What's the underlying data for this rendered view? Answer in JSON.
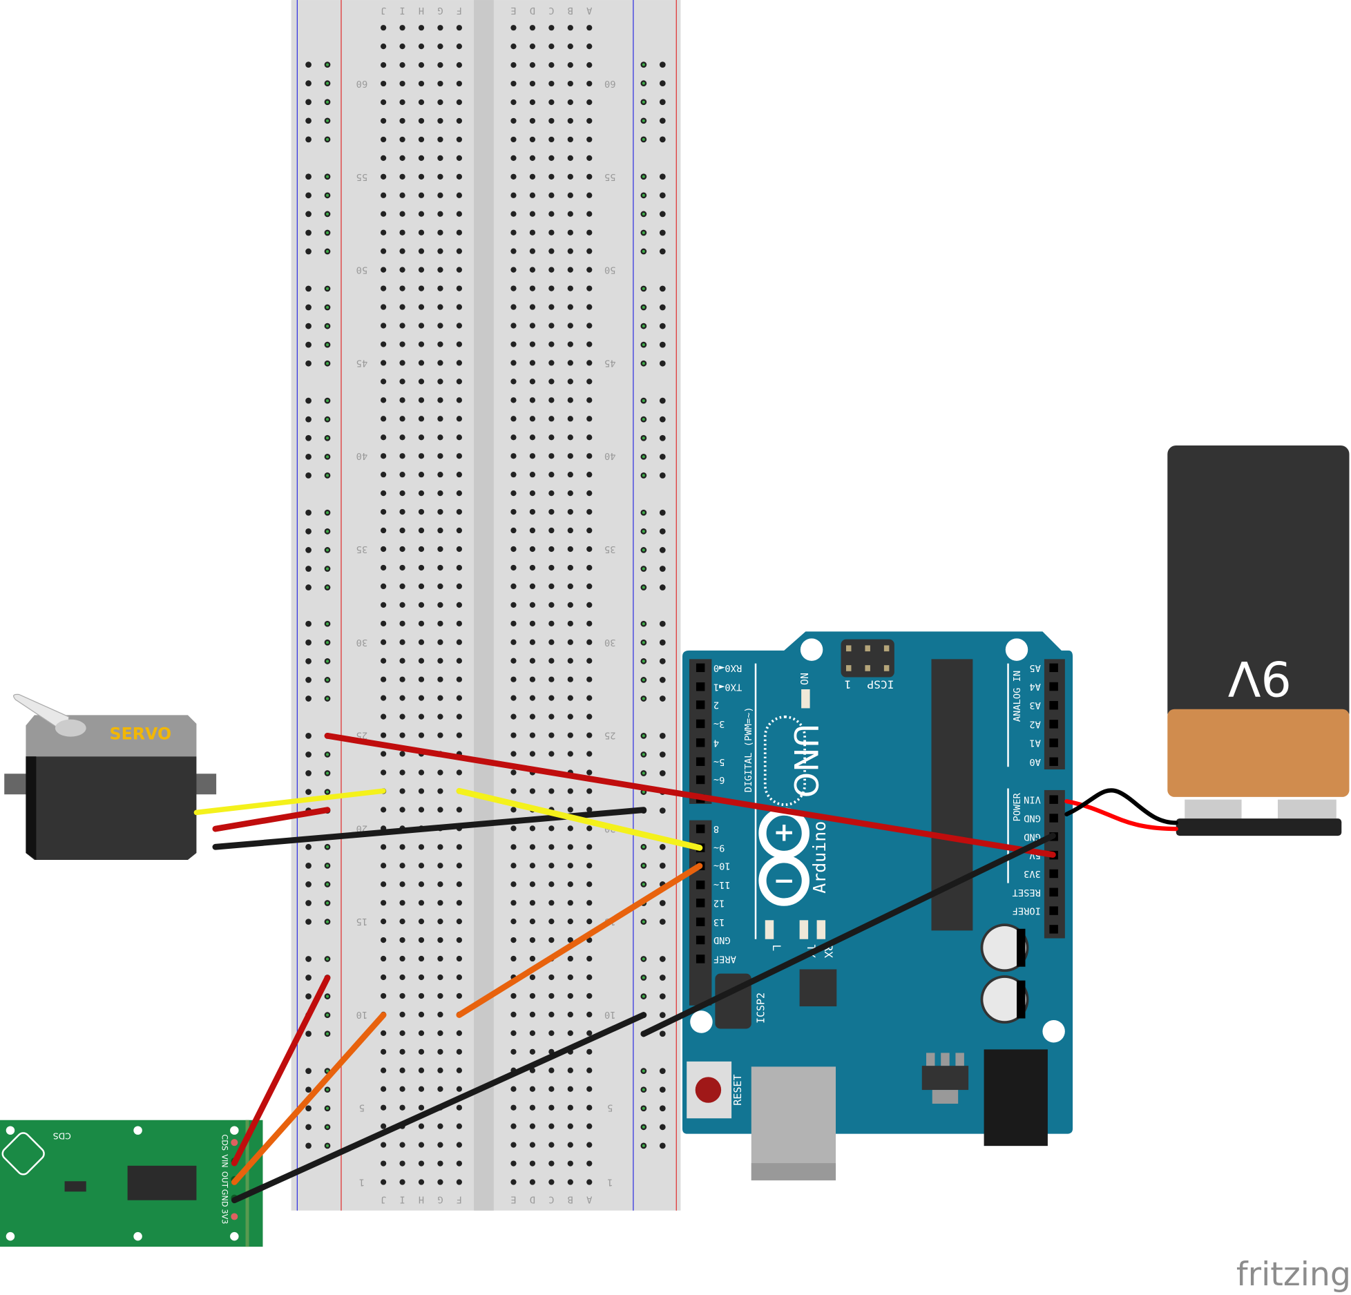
{
  "breadboard": {
    "columns_left": [
      "J",
      "I",
      "H",
      "G",
      "F"
    ],
    "columns_right": [
      "E",
      "D",
      "C",
      "B",
      "A"
    ],
    "row_labels": [
      "60",
      "55",
      "50",
      "45",
      "40",
      "35",
      "30",
      "25",
      "20",
      "15",
      "10",
      "5",
      "1"
    ],
    "row_count": 63
  },
  "arduino": {
    "digital_pins": [
      "RX0◄0",
      "TX0◄1",
      "2",
      "3~",
      "4",
      "5~",
      "6~",
      "7",
      "8",
      "9~",
      "10~",
      "11~",
      "12",
      "13",
      "GND",
      "AREF"
    ],
    "analog_pins": [
      "A5",
      "A4",
      "A3",
      "A2",
      "A1",
      "A0"
    ],
    "power_pins": [
      "VIN",
      "GND",
      "GND",
      "5V",
      "3V3",
      "RESET",
      "IOREF"
    ],
    "digital_title": "DIGITAL (PWM=~)",
    "analog_title": "ANALOG IN",
    "power_title": "POWER",
    "on_label": "ON",
    "icsp_label": "ICSP",
    "icsp_pin1": "1",
    "icsp2_label": "ICSP2",
    "uno_label": "UNO",
    "brand": "Arduino",
    "led_l": "L",
    "led_tx": "TX",
    "led_rx": "RX",
    "reset_label": "RESET",
    "board_color": "#127593"
  },
  "servo": {
    "label": "SERVO",
    "label_color": "#f2b705"
  },
  "battery": {
    "label": "9V",
    "top_color": "#333333",
    "bottom_color": "#d08c4e"
  },
  "sensor": {
    "chip_label": "CDS",
    "pins": [
      "CDS",
      "VIN",
      "OUT",
      "GND",
      "3V3"
    ],
    "board_color": "#1a8a45"
  },
  "wires": {
    "red": "#c00d0d",
    "yellow": "#f4f11b",
    "black": "#1a1a1a",
    "orange": "#e8620d"
  },
  "logo": "fritzing"
}
